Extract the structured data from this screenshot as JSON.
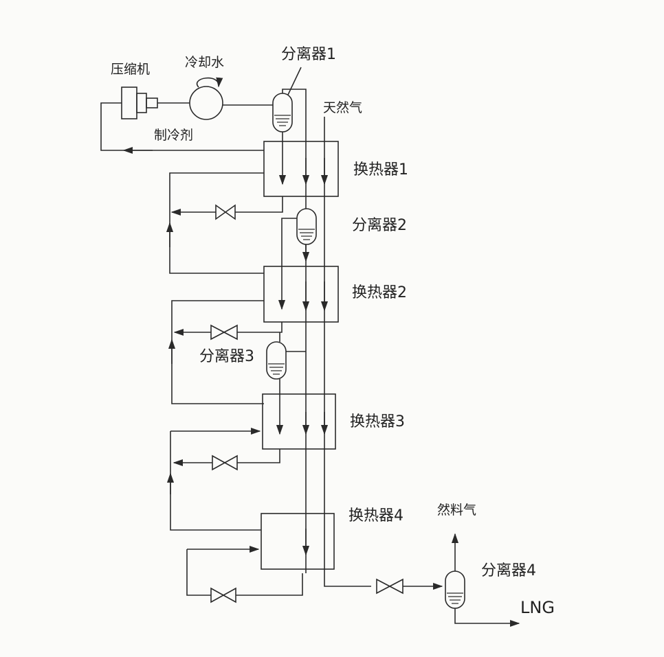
{
  "labels": {
    "compressor": "压缩机",
    "cooling_water": "冷却水",
    "refrigerant": "制冷剂",
    "natural_gas": "天然气",
    "fuel_gas": "然料气",
    "lng": "LNG",
    "separator_1": "分离器1",
    "separator_2": "分离器2",
    "separator_3": "分离器3",
    "separator_4": "分离器4",
    "heat_exchanger_1": "换热器1",
    "heat_exchanger_2": "换热器2",
    "heat_exchanger_3": "换热器3",
    "heat_exchanger_4": "换热器4"
  },
  "colors": {
    "line": "#2a2a2a",
    "background": "#fbfbf9"
  }
}
